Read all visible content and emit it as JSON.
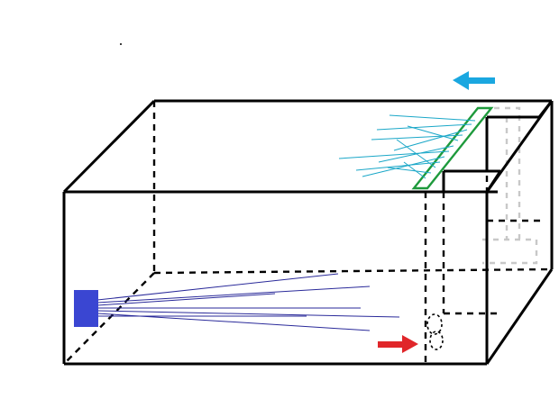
{
  "diagram": {
    "colors": {
      "outline": "#000000",
      "hidden_edge": "#000000",
      "filter": "#1e9a3c",
      "hidden_chamber": "#c8c8c8",
      "jet_lines": "#2a2a9a",
      "spray_lines": "#1aa7c8",
      "pump": "#3a46d2",
      "outflow_arrow": "#1aa7e0",
      "inflow_arrow": "#e0262a",
      "background": "#ffffff"
    },
    "icons": {
      "pump": "blue-rectangle",
      "outflow_arrow": "left-arrow",
      "inflow_arrow": "right-arrow",
      "drain_outlet": "dashed-circle"
    }
  }
}
